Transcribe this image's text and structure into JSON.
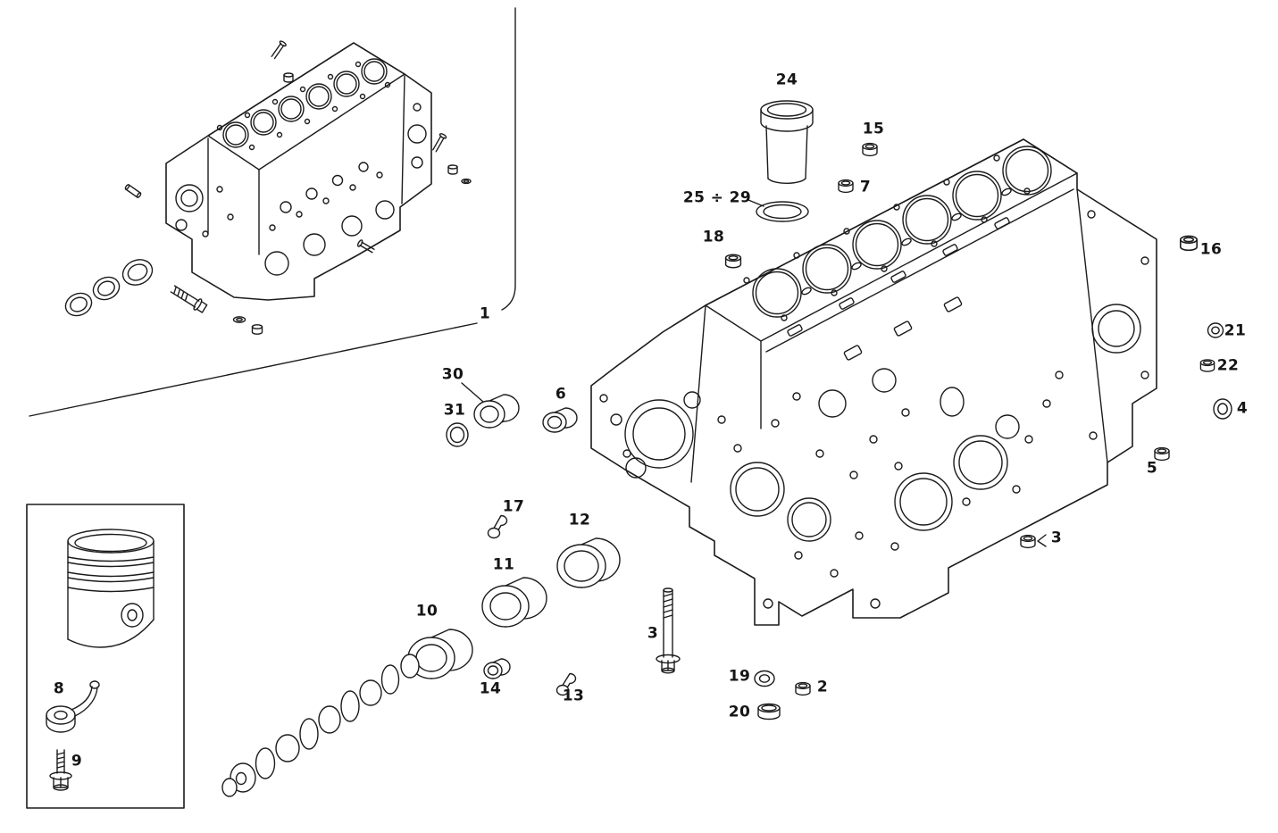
{
  "labels": {
    "p1": "1",
    "p2": "2",
    "p3": "3",
    "p3_plug": "3",
    "p4": "4",
    "p5": "5",
    "p6": "6",
    "p7": "7",
    "p8": "8",
    "p9": "9",
    "p10": "10",
    "p11": "11",
    "p12": "12",
    "p13": "13",
    "p14": "14",
    "p15": "15",
    "p16": "16",
    "p17": "17",
    "p18": "18",
    "p19": "19",
    "p20": "20",
    "p21": "21",
    "p22": "22",
    "p24": "24",
    "p25_29": "25 ÷ 29",
    "p30": "30",
    "p31": "31"
  }
}
